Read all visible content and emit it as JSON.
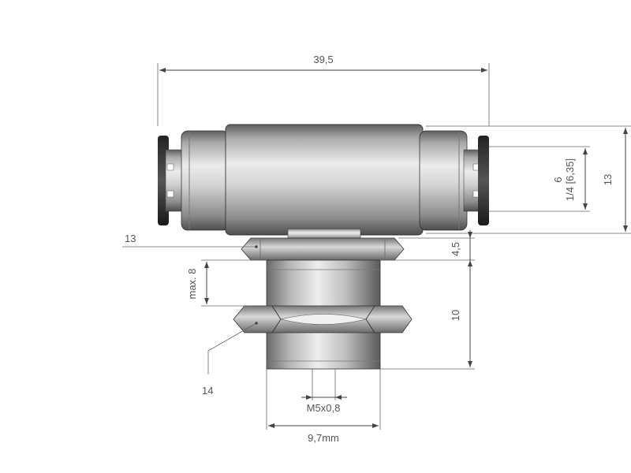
{
  "dimensions": {
    "overall_length": "39,5",
    "body_height": "13",
    "tube_metric": "6",
    "tube_imperial": "1/4 [6,35]",
    "upper_nut": "13",
    "nut_height": "4,5",
    "panel_max": "max. 8",
    "thread_length": "10",
    "lower_nut": "14",
    "thread_size": "M5x0,8",
    "thread_diameter": "9,7mm"
  },
  "colors": {
    "metal_dark": "#6e6e6e",
    "metal_light": "#e8e8e8",
    "line": "#444444"
  }
}
